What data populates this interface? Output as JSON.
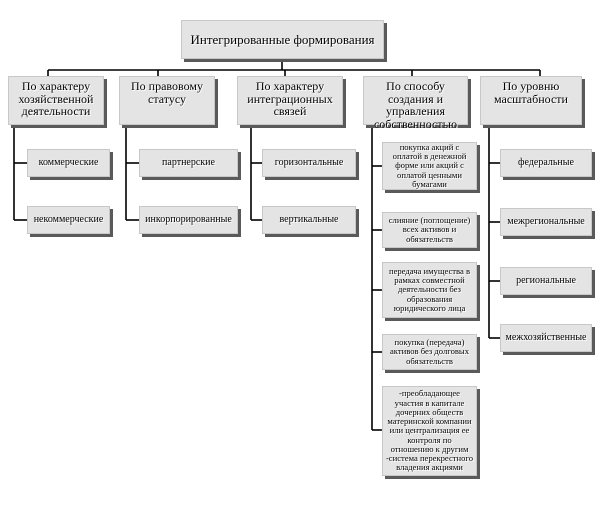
{
  "root": "Интегрированные формирования",
  "categories": [
    {
      "label": "По характеру хозяйственной деятельности",
      "items": [
        "коммерческие",
        "некоммерческие"
      ]
    },
    {
      "label": "По правовому статусу",
      "items": [
        "партнерские",
        "инкорпорированные"
      ]
    },
    {
      "label": "По характеру интеграционных связей",
      "items": [
        "горизонтальные",
        "вертикальные"
      ]
    },
    {
      "label": "По способу создания и управления собственностью",
      "items": [
        "покупка акций с оплатой в денежной форме или акций с оплатой ценными бумагами",
        "слияние (поглощение) всех активов и обязательств",
        "передача имущества в рамках совместной деятельности без образования юридического лица",
        "покупка (передача) активов без долговых обязательств",
        "-преобладающее участия в капитале дочерних обществ материнской компании или централизация ее контроля по отношению к другим -система перекрестного владения акциями"
      ]
    },
    {
      "label": "По уровню масштабности",
      "items": [
        "федеральные",
        "межрегиональные",
        "региональные",
        "межхозяйственные"
      ]
    }
  ]
}
